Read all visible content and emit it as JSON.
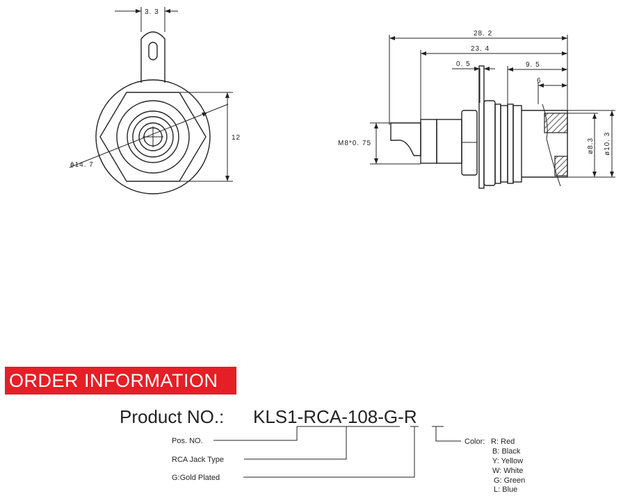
{
  "front_view": {
    "tab_width_label": "3. 3",
    "height_label": "12",
    "diameter_label": "ϕ14. 7"
  },
  "side_view": {
    "overall_length_label": "28. 2",
    "body_length_label": "23. 4",
    "panel_thickness_label": "0. 5",
    "rear_length_label": "9. 5",
    "socket_length_label": "6",
    "thread_label": "M8*0. 75",
    "inner_diameter_label": "ø8.3",
    "outer_diameter_label": "ø10. 3"
  },
  "order": {
    "banner": "ORDER INFORMATION",
    "product_prefix": "Product NO.:",
    "part_segments": [
      "KLS1",
      "-",
      "RCA",
      "-",
      "108",
      "-",
      "G",
      "-",
      "R"
    ],
    "field_pos_no": "Pos. NO.",
    "field_type": "RCA  Jack Type",
    "field_plating": "G:Gold Plated",
    "color_title": "Color:",
    "colors": [
      "R: Red",
      "B: Black",
      "Y: Yellow",
      "W: White",
      "G: Green",
      "L: Blue"
    ]
  },
  "colors": {
    "banner_red": "#e41f26",
    "line": "#222222"
  }
}
